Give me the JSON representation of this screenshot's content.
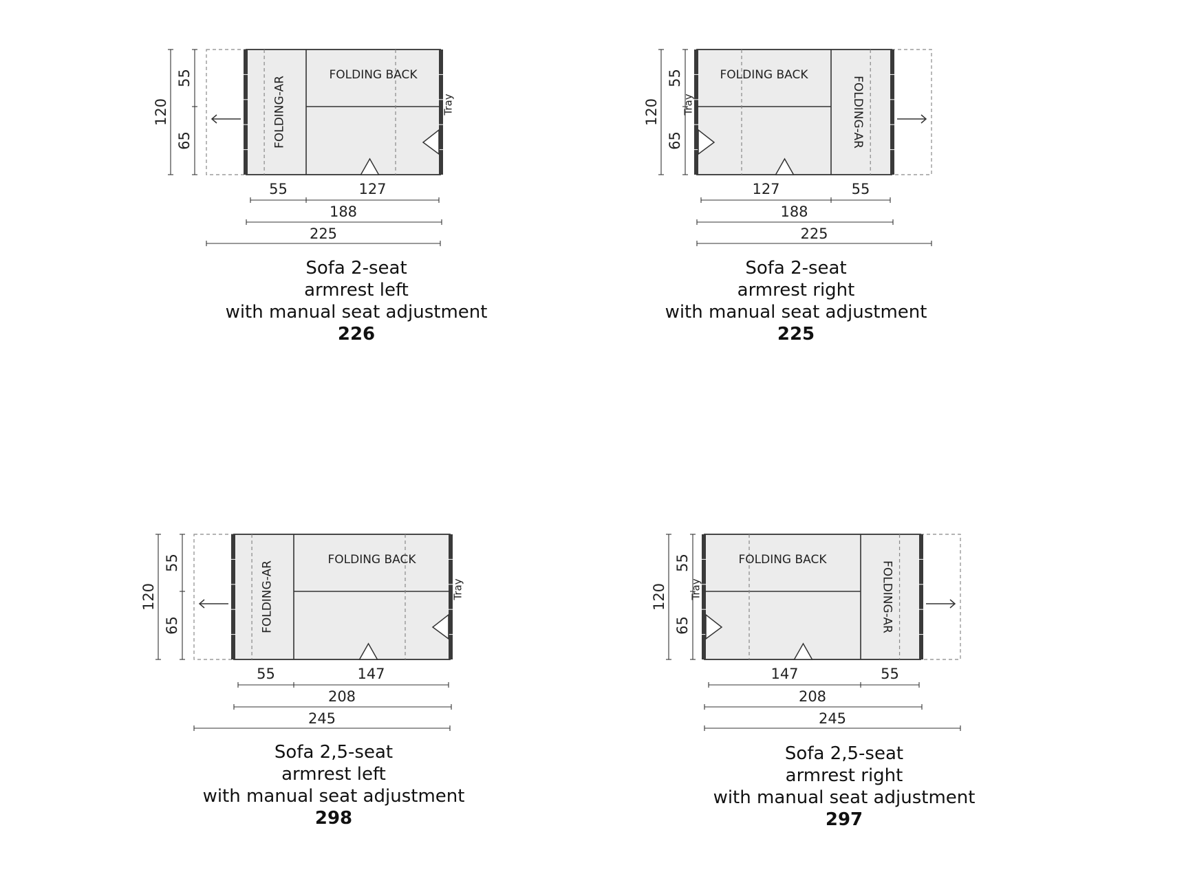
{
  "colors": {
    "fill": "#ececec",
    "line": "#333333",
    "dashed": "#888888",
    "frame": "#3a3a3a"
  },
  "icons": {
    "arrow": "arrow-icon",
    "seat_marker": "triangle-icon"
  },
  "diagrams": [
    {
      "id": "sofa-2-left",
      "side": "left",
      "labels": {
        "back": "FOLDING BACK",
        "arm": "FOLDING-AR",
        "tray": "Tray"
      },
      "dims_vertical": {
        "total": "120",
        "top": "55",
        "bottom": "65"
      },
      "dims_horizontal": {
        "arm": "55",
        "seat": "127",
        "inner": "188",
        "outer": "225"
      },
      "caption": {
        "line1": "Sofa 2-seat",
        "line2": "armrest left",
        "line3": "with manual seat adjustment",
        "code": "226"
      }
    },
    {
      "id": "sofa-2-right",
      "side": "right",
      "labels": {
        "back": "FOLDING BACK",
        "arm": "FOLDING-AR",
        "tray": "Tray"
      },
      "dims_vertical": {
        "total": "120",
        "top": "55",
        "bottom": "65"
      },
      "dims_horizontal": {
        "arm": "55",
        "seat": "127",
        "inner": "188",
        "outer": "225"
      },
      "caption": {
        "line1": "Sofa 2-seat",
        "line2": "armrest right",
        "line3": "with manual seat adjustment",
        "code": "225"
      }
    },
    {
      "id": "sofa-25-left",
      "side": "left",
      "labels": {
        "back": "FOLDING BACK",
        "arm": "FOLDING-AR",
        "tray": "Tray"
      },
      "dims_vertical": {
        "total": "120",
        "top": "55",
        "bottom": "65"
      },
      "dims_horizontal": {
        "arm": "55",
        "seat": "147",
        "inner": "208",
        "outer": "245"
      },
      "caption": {
        "line1": "Sofa 2,5-seat",
        "line2": "armrest left",
        "line3": "with manual seat adjustment",
        "code": "298"
      }
    },
    {
      "id": "sofa-25-right",
      "side": "right",
      "labels": {
        "back": "FOLDING BACK",
        "arm": "FOLDING-AR",
        "tray": "Tray"
      },
      "dims_vertical": {
        "total": "120",
        "top": "55",
        "bottom": "65"
      },
      "dims_horizontal": {
        "arm": "55",
        "seat": "147",
        "inner": "208",
        "outer": "245"
      },
      "caption": {
        "line1": "Sofa 2,5-seat",
        "line2": "armrest right",
        "line3": "with manual seat adjustment",
        "code": "297"
      }
    }
  ]
}
